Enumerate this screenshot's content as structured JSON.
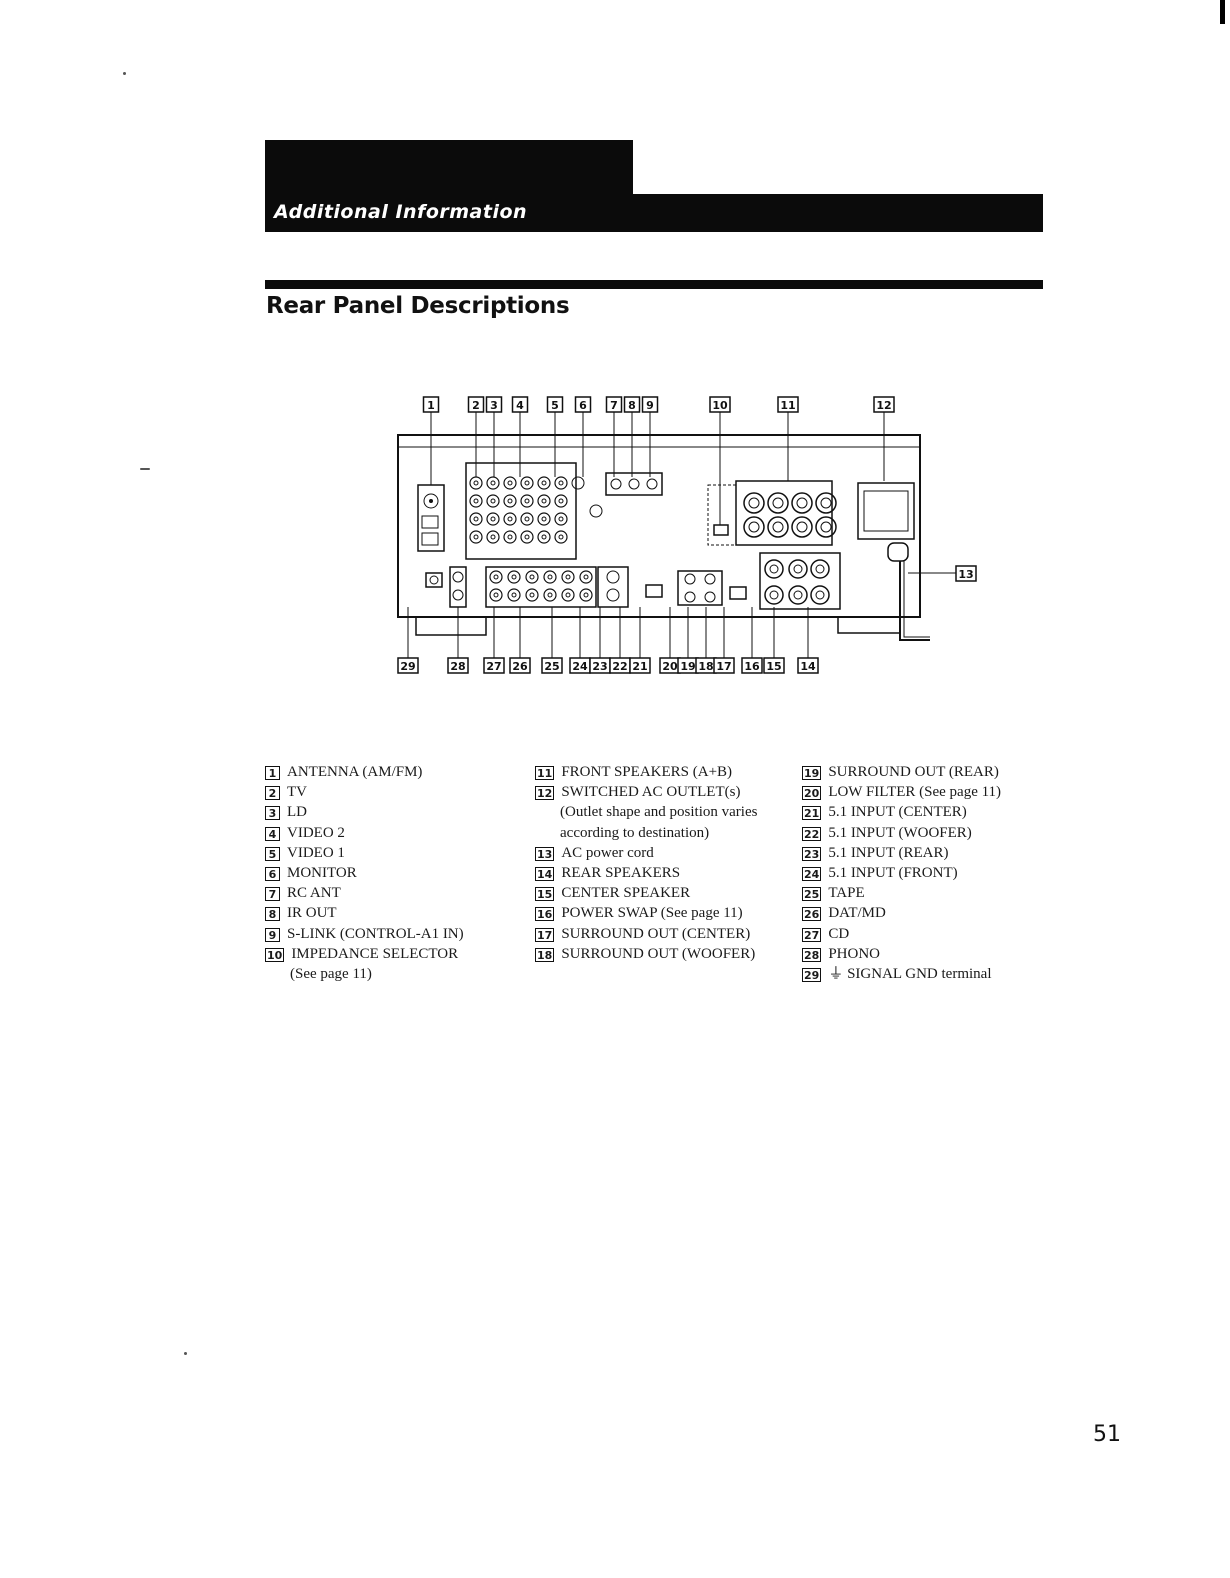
{
  "header": {
    "section_label": "Additional Information"
  },
  "section_title": "Rear Panel Descriptions",
  "callouts_top": [
    "1",
    "2",
    "3",
    "4",
    "5",
    "6",
    "7",
    "8",
    "9",
    "10",
    "11",
    "12"
  ],
  "callouts_bottom": [
    "29",
    "28",
    "27",
    "26",
    "25",
    "24",
    "23",
    "22",
    "21",
    "20",
    "19",
    "18",
    "17",
    "16",
    "15",
    "14"
  ],
  "callout_right": "13",
  "legend": {
    "col1": [
      {
        "num": "1",
        "text": "ANTENNA (AM/FM)"
      },
      {
        "num": "2",
        "text": "TV"
      },
      {
        "num": "3",
        "text": "LD"
      },
      {
        "num": "4",
        "text": "VIDEO 2"
      },
      {
        "num": "5",
        "text": "VIDEO 1"
      },
      {
        "num": "6",
        "text": "MONITOR"
      },
      {
        "num": "7",
        "text": "RC ANT"
      },
      {
        "num": "8",
        "text": "IR OUT"
      },
      {
        "num": "9",
        "text": "S-LINK (CONTROL-A1 IN)"
      },
      {
        "num": "10",
        "text": "IMPEDANCE SELECTOR",
        "sub": [
          "(See page 11)"
        ]
      }
    ],
    "col2": [
      {
        "num": "11",
        "text": "FRONT SPEAKERS (A+B)"
      },
      {
        "num": "12",
        "text": "SWITCHED AC OUTLET(s)",
        "sub": [
          "(Outlet shape and position varies",
          "according to destination)"
        ]
      },
      {
        "num": "13",
        "text": "AC power cord"
      },
      {
        "num": "14",
        "text": "REAR SPEAKERS"
      },
      {
        "num": "15",
        "text": "CENTER SPEAKER"
      },
      {
        "num": "16",
        "text": "POWER SWAP (See page 11)"
      },
      {
        "num": "17",
        "text": "SURROUND OUT (CENTER)"
      },
      {
        "num": "18",
        "text": "SURROUND OUT (WOOFER)"
      }
    ],
    "col3": [
      {
        "num": "19",
        "text": "SURROUND OUT (REAR)"
      },
      {
        "num": "20",
        "text": "LOW FILTER (See page 11)"
      },
      {
        "num": "21",
        "text": "5.1 INPUT (CENTER)"
      },
      {
        "num": "22",
        "text": "5.1 INPUT (WOOFER)"
      },
      {
        "num": "23",
        "text": "5.1 INPUT (REAR)"
      },
      {
        "num": "24",
        "text": "5.1 INPUT (FRONT)"
      },
      {
        "num": "25",
        "text": "TAPE"
      },
      {
        "num": "26",
        "text": "DAT/MD"
      },
      {
        "num": "27",
        "text": "CD"
      },
      {
        "num": "28",
        "text": "PHONO"
      },
      {
        "num": "29",
        "text": "⏚ SIGNAL GND terminal"
      }
    ]
  },
  "page_number": "51"
}
